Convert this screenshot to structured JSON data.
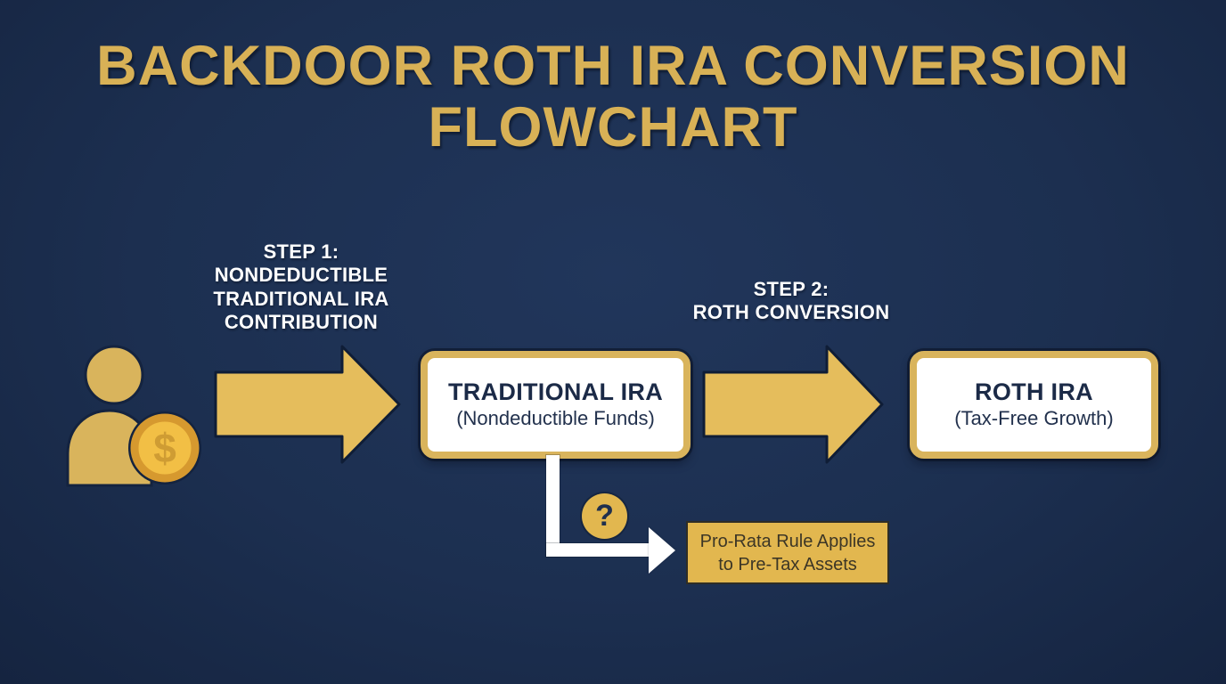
{
  "title": {
    "line1": "BACKDOOR ROTH IRA CONVERSION",
    "line2": "FLOWCHART"
  },
  "labels": {
    "step1": {
      "line1": "STEP 1:",
      "line2": "NONDEDUCTIBLE",
      "line3": "TRADITIONAL IRA",
      "line4": "CONTRIBUTION"
    },
    "step2": {
      "line1": "STEP 2:",
      "line2": "ROTH CONVERSION"
    }
  },
  "nodes": {
    "traditional_ira": {
      "title": "TRADITIONAL IRA",
      "subtitle": "(Nondeductible Funds)"
    },
    "roth_ira": {
      "title": "ROTH IRA",
      "subtitle": "(Tax-Free Growth)"
    },
    "pro_rata": {
      "line1": "Pro-Rata Rule Applies",
      "line2": "to Pre-Tax Assets"
    }
  },
  "icons": {
    "dollar_symbol": "$",
    "question_mark": "?"
  },
  "colors": {
    "background": "#1C2F50",
    "gold": "#D8B156",
    "arrow_gold": "#E5BD5C",
    "box_border_gold": "#D9B45C",
    "navy_text": "#1B2A47",
    "white": "#FFFFFF",
    "coin_outer": "#D6992F",
    "coin_inner": "#F2BF45",
    "pro_rata_bg": "#E2B74F"
  }
}
